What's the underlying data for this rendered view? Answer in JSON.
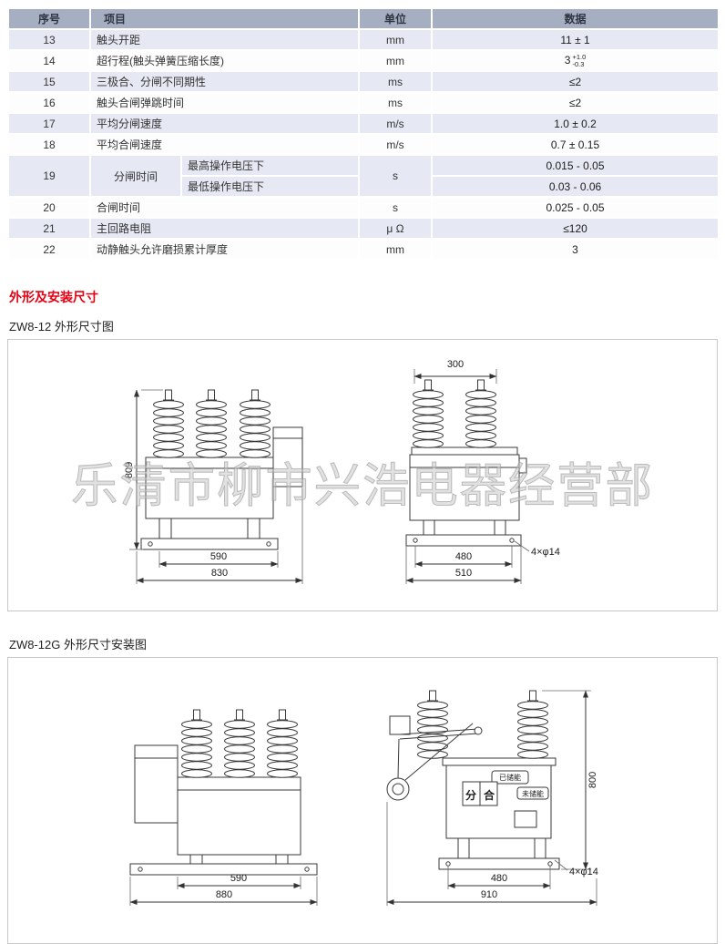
{
  "page": {
    "section_title": "外形及安装尺寸",
    "fig1_label": "ZW8-12 外形尺寸图",
    "fig2_label": "ZW8-12G 外形尺寸安装图",
    "watermark": "乐清市柳市兴浩电器经营部"
  },
  "table": {
    "headers": {
      "no": "序号",
      "item": "项目",
      "unit": "单位",
      "value": "数据"
    },
    "rows": [
      {
        "no": "13",
        "item": "触头开距",
        "unit": "mm",
        "value": "11 ± 1"
      },
      {
        "no": "14",
        "item": "超行程(触头弹簧压缩长度)",
        "unit": "mm",
        "value_base": "3",
        "value_sup": "+1.0",
        "value_sub": "-0.3"
      },
      {
        "no": "15",
        "item": "三极合、分闸不同期性",
        "unit": "ms",
        "value": "≤2"
      },
      {
        "no": "16",
        "item": "触头合闸弹跳时间",
        "unit": "ms",
        "value": "≤2"
      },
      {
        "no": "17",
        "item": "平均分闸速度",
        "unit": "m/s",
        "value": "1.0 ± 0.2"
      },
      {
        "no": "18",
        "item": "平均合闸速度",
        "unit": "m/s",
        "value": "0.7 ± 0.15"
      },
      {
        "no": "19",
        "item": "分闸时间",
        "sub_items": [
          "最高操作电压下",
          "最低操作电压下"
        ],
        "unit": "s",
        "values": [
          "0.015 - 0.05",
          "0.03 - 0.06"
        ]
      },
      {
        "no": "20",
        "item": "合闸时间",
        "unit": "s",
        "value": "0.025 - 0.05"
      },
      {
        "no": "21",
        "item": "主回路电阻",
        "unit": "μ Ω",
        "value": "≤120"
      },
      {
        "no": "22",
        "item": "动静触头允许磨损累计厚度",
        "unit": "mm",
        "value": "3"
      }
    ]
  },
  "fig1": {
    "dim_top_span": "300",
    "dim_height": "809",
    "dim_front_inner": "590",
    "dim_front_outer": "830",
    "dim_side_inner": "480",
    "dim_side_outer": "510",
    "holes": "4×φ14"
  },
  "fig2": {
    "dim_front_inner": "590",
    "dim_front_outer": "880",
    "dim_side_inner": "480",
    "dim_side_outer": "910",
    "dim_height": "800",
    "holes": "4×φ14",
    "indicator_charged": "已储能",
    "indicator_uncharged": "未储能",
    "indicator_open": "分",
    "indicator_close": "合"
  },
  "colors": {
    "header_bg": "#a6aec2",
    "row_shaded_bg": "#e6e8f3",
    "section_title_red": "#e60012"
  }
}
